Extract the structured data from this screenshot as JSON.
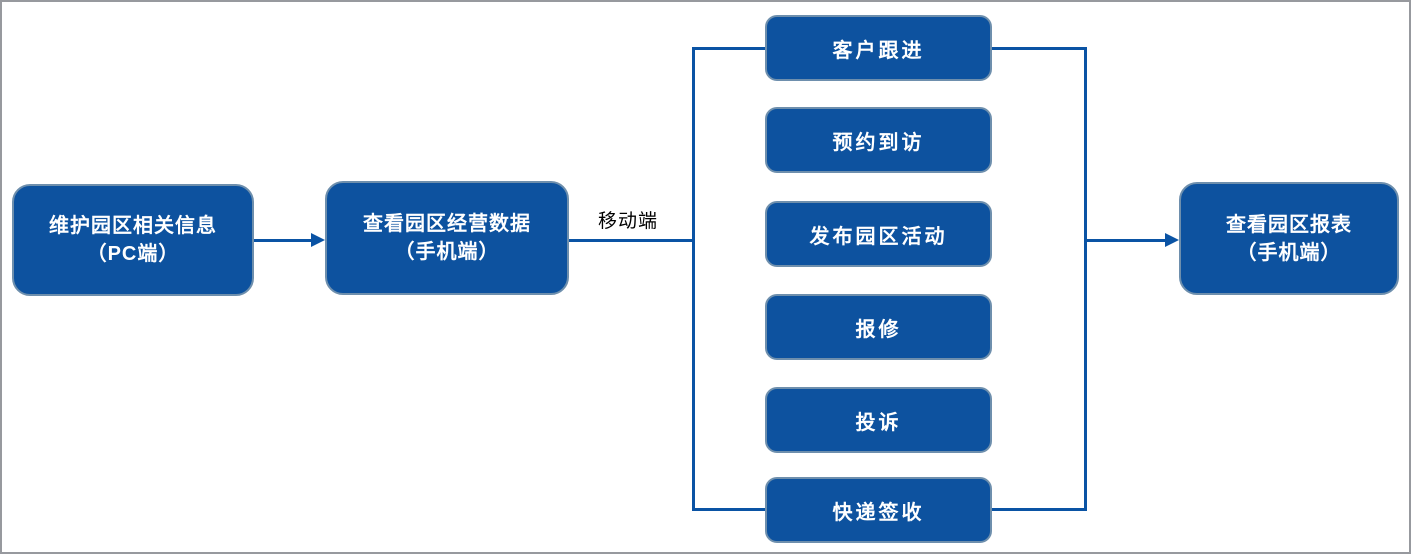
{
  "diagram": {
    "colors": {
      "frame": "#97999e",
      "background": "#ffffff",
      "node_fill": "#0d529f",
      "node_border": "#6e8fad",
      "connector": "#0a53a4",
      "node_text": "#ffffff",
      "edge_label_text": "#000000"
    },
    "nodes": {
      "maintain_info": {
        "line1": "维护园区相关信息",
        "line2": "（PC端）"
      },
      "operating_data": {
        "line1": "查看园区经营数据",
        "line2": "（手机端）"
      },
      "reports": {
        "line1": "查看园区报表",
        "line2": "（手机端）"
      }
    },
    "edge_label": "移动端",
    "mobile_items": [
      {
        "label": "客户跟进"
      },
      {
        "label": "预约到访"
      },
      {
        "label": "发布园区活动"
      },
      {
        "label": "报修"
      },
      {
        "label": "投诉"
      },
      {
        "label": "快递签收"
      }
    ]
  }
}
